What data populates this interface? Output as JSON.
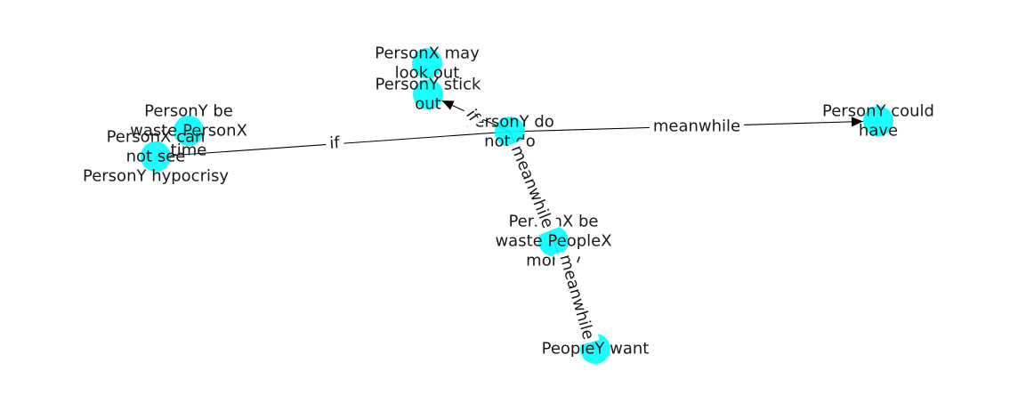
{
  "graph": {
    "node_color": "#00ffff",
    "edge_color": "#000000",
    "nodes": [
      {
        "id": "n_look_out",
        "lines": [
          "PersonX may",
          "look out"
        ]
      },
      {
        "id": "n_stick_out",
        "lines": [
          "PersonY stick",
          "out"
        ]
      },
      {
        "id": "n_waste_time",
        "lines": [
          "PersonY be",
          "waste PersonX",
          "time"
        ]
      },
      {
        "id": "n_can_not_see",
        "lines": [
          "PersonX can",
          "not see",
          "PersonY hypocrisy"
        ]
      },
      {
        "id": "n_do_not_do",
        "lines": [
          "PersonY do",
          "not do"
        ]
      },
      {
        "id": "n_could_have",
        "lines": [
          "PersonY could",
          "have"
        ]
      },
      {
        "id": "n_waste_money",
        "lines": [
          "PersonX be",
          "waste PeopleX",
          "money"
        ]
      },
      {
        "id": "n_want",
        "lines": [
          "PeopleY want"
        ]
      }
    ],
    "edges": [
      {
        "id": "e_if_left",
        "label": "if"
      },
      {
        "id": "e_if_stick",
        "label": "if"
      },
      {
        "id": "e_meanwhile_right",
        "label": "meanwhile"
      },
      {
        "id": "e_meanwhile_down1",
        "label": "meanwhile"
      },
      {
        "id": "e_meanwhile_down2",
        "label": "meanwhile"
      }
    ]
  }
}
